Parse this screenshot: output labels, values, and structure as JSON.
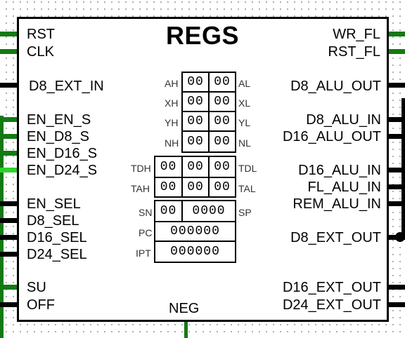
{
  "title": "REGS",
  "inputs": {
    "rst": "RST",
    "clk": "CLK",
    "d8_ext_in": "D8_EXT_IN",
    "en_en_s": "EN_EN_S",
    "en_d8_s": "EN_D8_S",
    "en_d16_s": "EN_D16_S",
    "en_d24_s": "EN_D24_S",
    "en_sel": "EN_SEL",
    "d8_sel": "D8_SEL",
    "d16_sel": "D16_SEL",
    "d24_sel": "D24_SEL",
    "su": "SU",
    "off": "OFF"
  },
  "outputs": {
    "wr_fl": "WR_FL",
    "rst_fl": "RST_FL",
    "d8_alu_out": "D8_ALU_OUT",
    "d8_alu_in": "D8_ALU_IN",
    "d16_alu_out": "D16_ALU_OUT",
    "d16_alu_in": "D16_ALU_IN",
    "fl_alu_in": "FL_ALU_IN",
    "rem_alu_in": "REM_ALU_IN",
    "d8_ext_out": "D8_EXT_OUT",
    "d16_ext_out": "D16_EXT_OUT",
    "d24_ext_out": "D24_EXT_OUT"
  },
  "bottom": {
    "neg": "NEG"
  },
  "registers": {
    "ah": {
      "label": "AH",
      "value": "00"
    },
    "al": {
      "label": "AL",
      "value": "00"
    },
    "xh": {
      "label": "XH",
      "value": "00"
    },
    "xl": {
      "label": "XL",
      "value": "00"
    },
    "yh": {
      "label": "YH",
      "value": "00"
    },
    "yl": {
      "label": "YL",
      "value": "00"
    },
    "nh": {
      "label": "NH",
      "value": "00"
    },
    "nl": {
      "label": "NL",
      "value": "00"
    },
    "tdh": {
      "label": "TDH",
      "value": "00"
    },
    "tdm": {
      "value": "00"
    },
    "tdl": {
      "label": "TDL",
      "value": "00"
    },
    "tah": {
      "label": "TAH",
      "value": "00"
    },
    "tam": {
      "value": "00"
    },
    "tal": {
      "label": "TAL",
      "value": "00"
    },
    "sn": {
      "label": "SN",
      "value": "00"
    },
    "sp": {
      "label": "SP",
      "value": "0000"
    },
    "pc": {
      "label": "PC",
      "value": "000000"
    },
    "ipt": {
      "label": "IPT",
      "value": "000000"
    }
  },
  "colors": {
    "wire_active": "#137a13",
    "wire_bright": "#2bd42b",
    "wire_bus": "#000000"
  }
}
